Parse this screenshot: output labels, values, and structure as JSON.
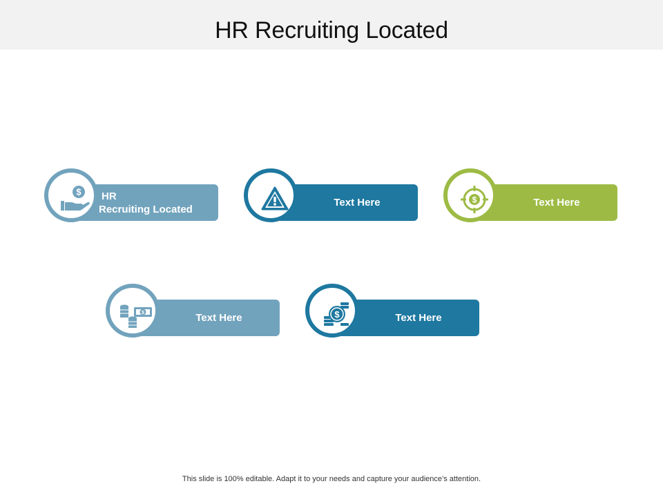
{
  "slide": {
    "title": "HR Recruiting Located",
    "footer": "This slide is 100% editable. Adapt it to your needs and capture your audience’s attention."
  },
  "colors": {
    "light_blue": "#72a3bd",
    "dark_blue": "#1e78a0",
    "green": "#9dbb44",
    "title_band": "#f2f2f2"
  },
  "cards": [
    {
      "line1": "HR",
      "line2": "Recruiting Located",
      "icon": "money-hand-icon",
      "color": "#72a3bd"
    },
    {
      "label": "Text Here",
      "icon": "warning-icon",
      "color": "#1e78a0"
    },
    {
      "label": "Text Here",
      "icon": "dollar-target-icon",
      "color": "#9dbb44"
    },
    {
      "label": "Text Here",
      "icon": "cash-coins-icon",
      "color": "#72a3bd"
    },
    {
      "label": "Text Here",
      "icon": "coin-stack-icon",
      "color": "#1e78a0"
    }
  ]
}
